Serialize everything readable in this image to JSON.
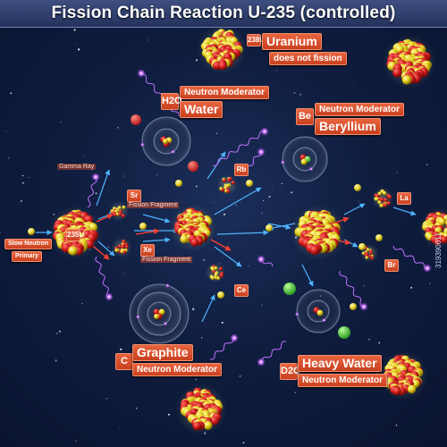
{
  "title": "Fission Chain Reaction U-235 (controlled)",
  "labels": {
    "uranium": {
      "symbol": "238U",
      "name": "Uranium",
      "note": "does not fission"
    },
    "water": {
      "caption": "Neutron Moderator",
      "symbol": "H2O",
      "name": "Water"
    },
    "beryllium": {
      "caption": "Neutron Moderator",
      "symbol": "Be",
      "name": "Beryllium"
    },
    "graphite": {
      "symbol": "C",
      "name": "Graphite",
      "caption": "Neutron Moderator"
    },
    "heavy_water": {
      "symbol": "D2O",
      "name": "Heavy Water",
      "caption": "Neutron Moderator"
    },
    "gamma_ray": "Gamma Ray",
    "slow_neutron": "Slow Neutron",
    "primary": "Primary",
    "u235": "235U",
    "fission_fragment": "Fission Fragment",
    "fragments": {
      "sr": "Sr",
      "xe": "Xe",
      "rb": "Rb",
      "ce": "Ce",
      "la": "La",
      "br": "Br"
    }
  },
  "stock_id": "319390611",
  "colors": {
    "background": "#0f1d3f",
    "label": "#d9502c",
    "proton": "#d61f1f",
    "neutron": "#e8d21e",
    "arrow": "#4fb4ff",
    "gamma": "#c070ff"
  }
}
